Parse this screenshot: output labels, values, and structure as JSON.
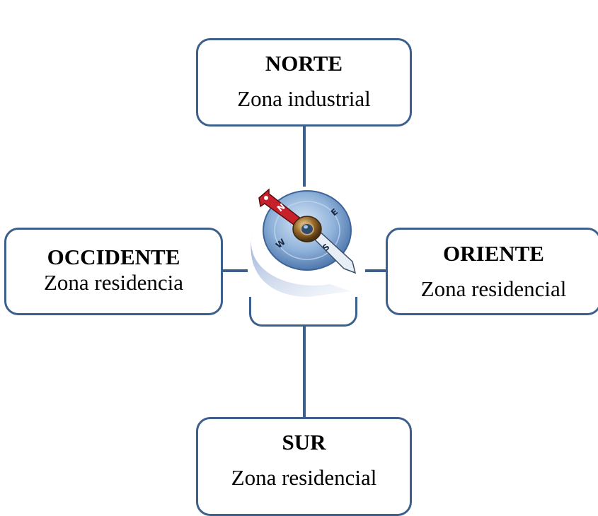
{
  "north": {
    "title": "NORTE",
    "subtitle": "Zona industrial"
  },
  "west": {
    "title": "OCCIDENTE",
    "subtitle": "Zona residencia"
  },
  "east": {
    "title": "ORIENTE",
    "subtitle": "Zona residencial"
  },
  "south": {
    "title": "SUR",
    "subtitle": "Zona residencial"
  },
  "compass": {
    "icon": "compass-icon",
    "letters": {
      "n": "N",
      "e": "E",
      "s": "S",
      "w": "W"
    }
  },
  "colors": {
    "border": "#3d5f8c",
    "compass_face": "#7fa6d4",
    "needle_red": "#c8202a",
    "needle_white": "#e8eef5"
  }
}
